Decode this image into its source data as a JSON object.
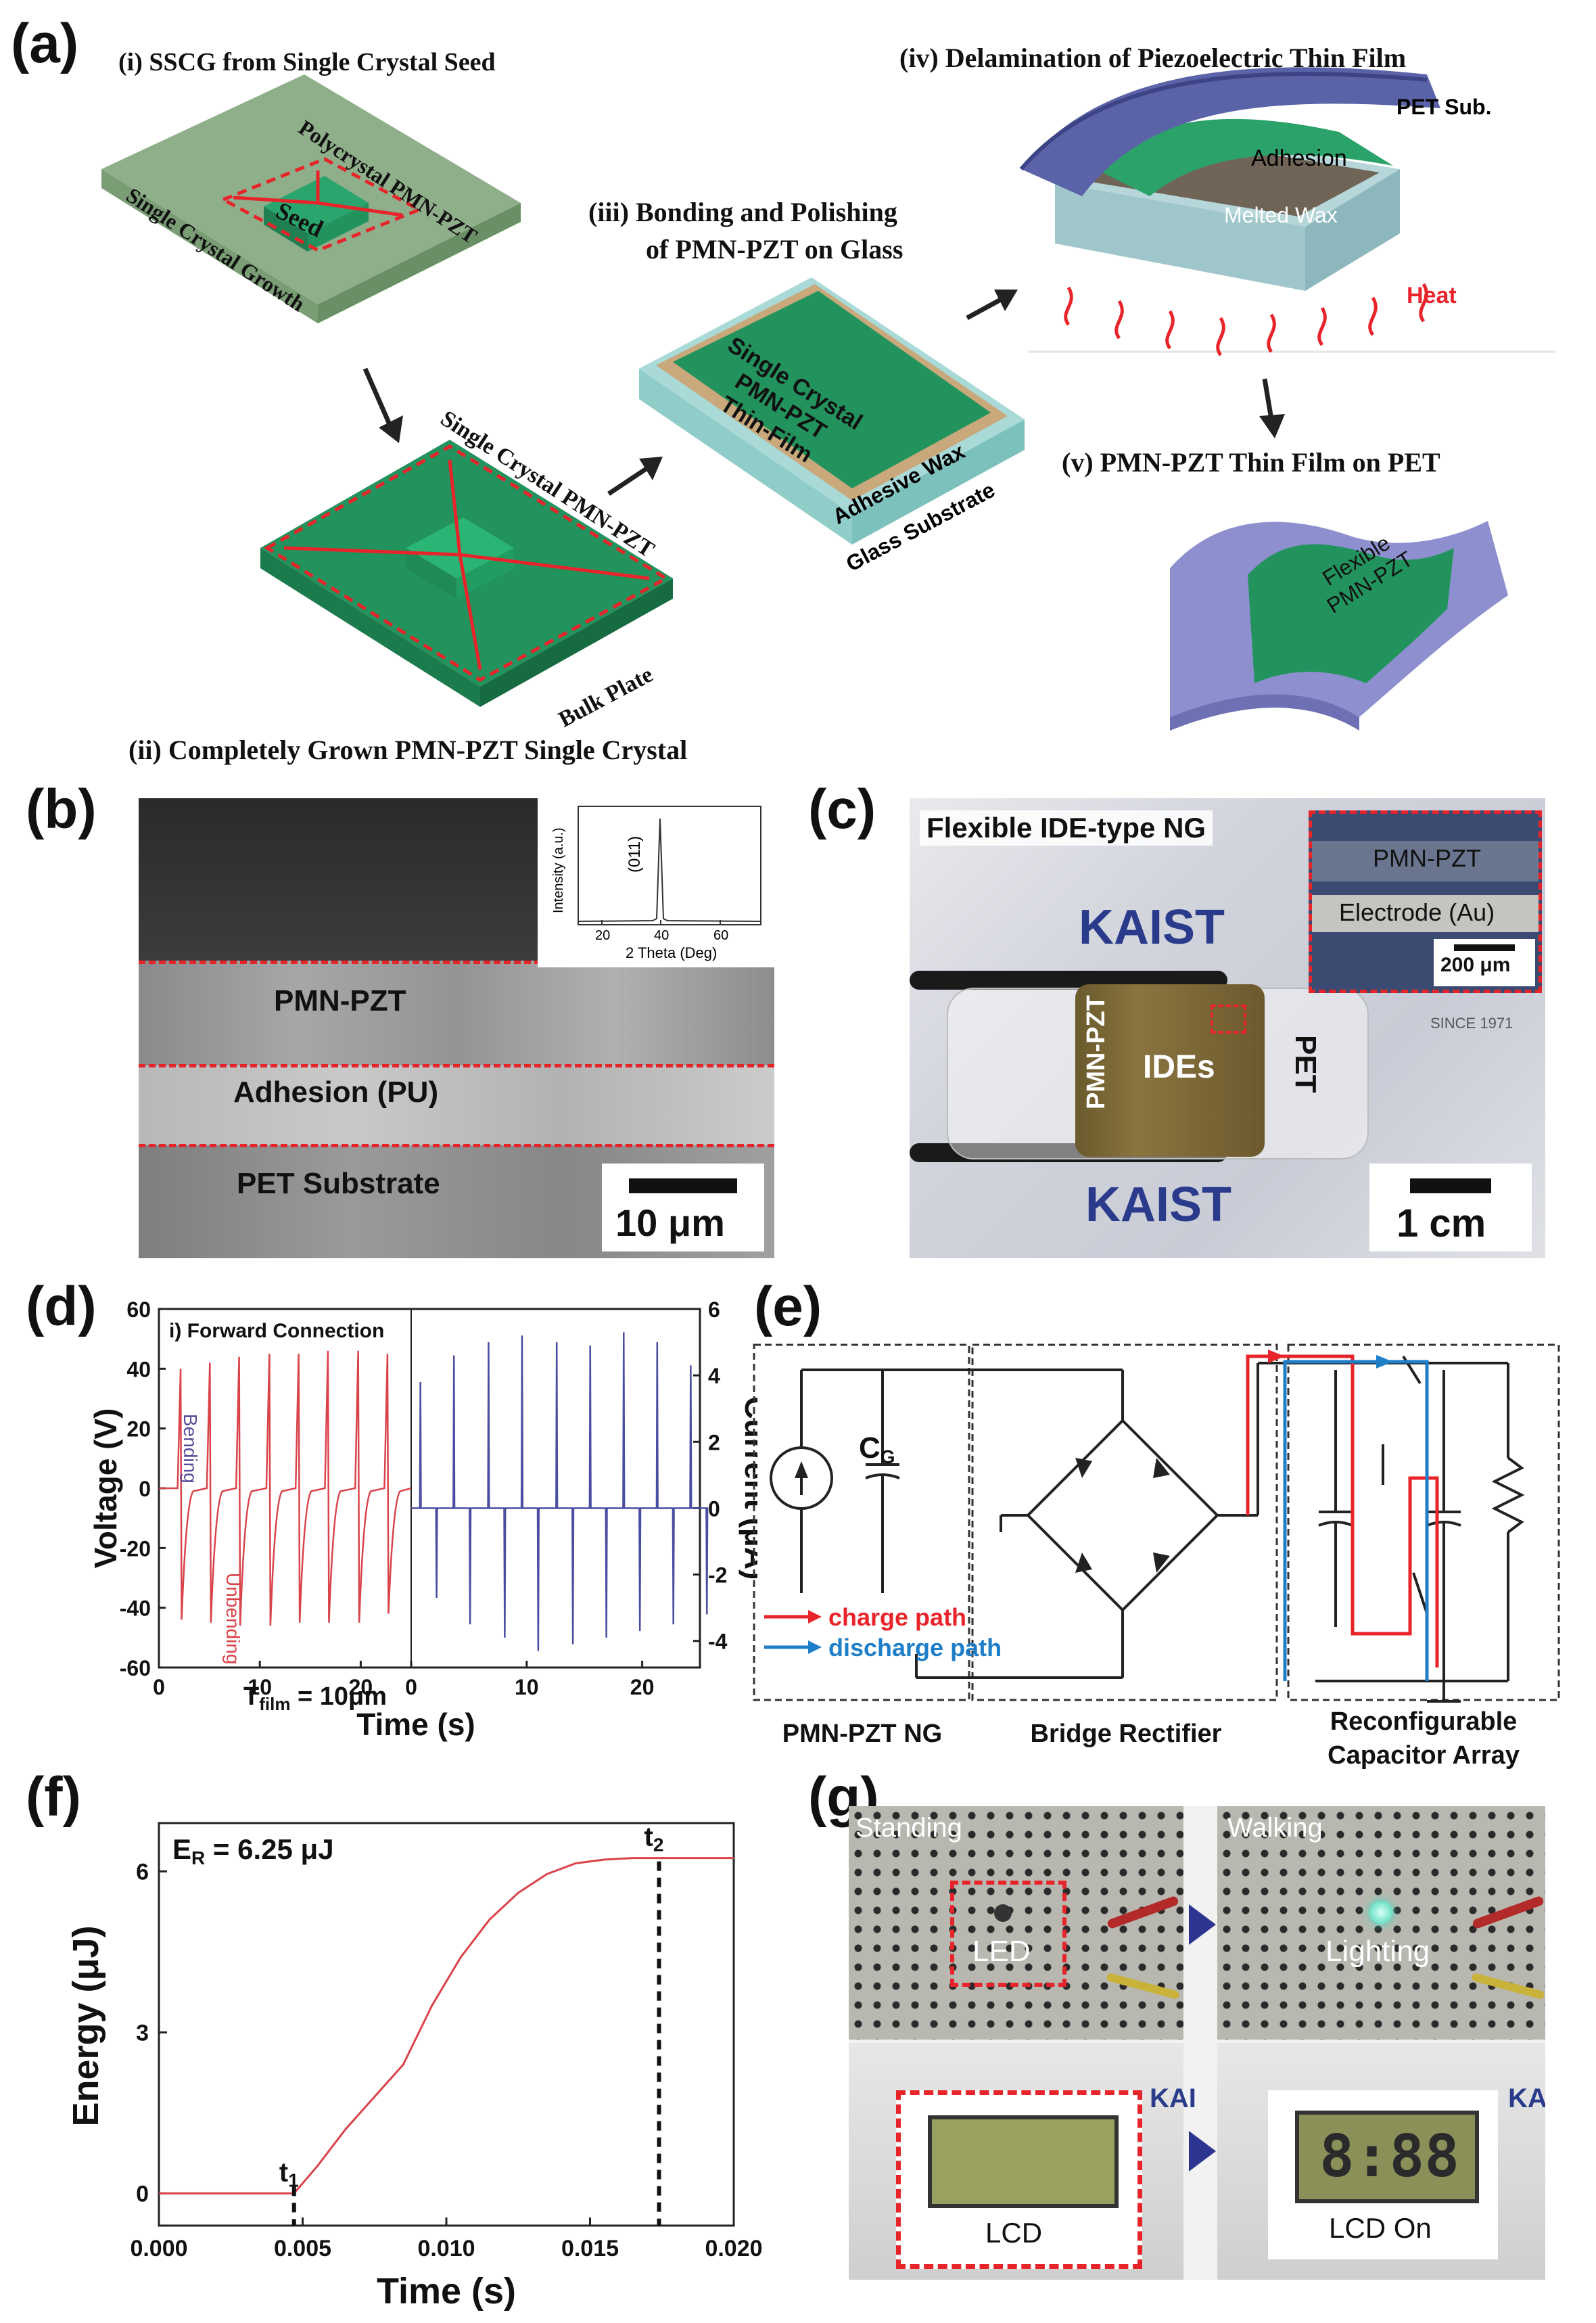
{
  "panel_a": {
    "label": "(a)",
    "step1": "(i) SSCG from Single Crystal Seed",
    "step1_poly": "Polycrystal PMN-PZT",
    "step1_seed": "Seed",
    "step1_growth": "Single Crystal Growth",
    "step2": "(ii) Completely Grown PMN-PZT Single Crystal",
    "step2_crystal": "Single Crystal PMN-PZT",
    "step2_bulk": "Bulk Plate",
    "step3_line1": "(iii) Bonding and Polishing",
    "step3_line2": "of PMN-PZT on Glass",
    "step3_film_l1": "Single Crystal",
    "step3_film_l2": "PMN-PZT",
    "step3_film_l3": "Thin-Film",
    "step3_wax": "Adhesive Wax",
    "step3_glass": "Glass Substrate",
    "step4": "(iv) Delamination of Piezoelectric Thin Film",
    "step4_pet": "PET Sub.",
    "step4_adhesion": "Adhesion",
    "step4_wax": "Melted Wax",
    "step4_heat": "Heat",
    "step5": "(v) PMN-PZT Thin Film on PET",
    "step5_flex_l1": "Flexible",
    "step5_flex_l2": "PMN-PZT"
  },
  "panel_b": {
    "label": "(b)",
    "layer1": "PMN-PZT",
    "layer2": "Adhesion (PU)",
    "layer3": "PET Substrate",
    "scale": "10 μm",
    "inset_peak": "(011)",
    "inset_ylabel": "Intensity (a.u.)",
    "inset_xlabel": "2 Theta (Deg)",
    "inset_ticks": [
      "20",
      "40",
      "60"
    ]
  },
  "panel_c": {
    "label": "(c)",
    "title": "Flexible IDE-type NG",
    "inset_top": "PMN-PZT",
    "inset_bottom": "Electrode (Au)",
    "inset_scale": "200 μm",
    "pmn": "PMN-PZT",
    "ides": "IDEs",
    "pet": "PET",
    "scale": "1 cm",
    "kaist": "KAIST",
    "since": "SINCE 1971"
  },
  "panel_d": {
    "label": "(d)",
    "inset": "i) Forward Connection",
    "bending": "Bending",
    "unbending": "Unbending",
    "tfilm": "T",
    "tfilm_sub": "film",
    "tfilm_val": " = 10μm"
  },
  "panel_e": {
    "label": "(e)",
    "cg": "C",
    "cg_sub": "G",
    "charge": "charge path",
    "discharge": "discharge path",
    "box1": "PMN-PZT NG",
    "box2": "Bridge Rectifier",
    "box3_l1": "Reconfigurable",
    "box3_l2": "Capacitor Array",
    "colors": {
      "charge": "#e8242b",
      "discharge": "#1e7ec8"
    }
  },
  "panel_f": {
    "label": "(f)",
    "er": "E",
    "er_sub": "R",
    "er_val": " = 6.25 μJ",
    "t1": "t",
    "t1_sub": "1",
    "t2": "t",
    "t2_sub": "2"
  },
  "panel_g": {
    "label": "(g)",
    "standing": "Standing",
    "walking": "Walking",
    "led": "LED",
    "lighting": "Lighting",
    "lcd": "LCD",
    "lcd_on": "LCD On",
    "lcd_digits": "8:88",
    "kaist_partial": "KAI"
  },
  "chart_data": [
    {
      "type": "line",
      "id": "panel-d-voltage",
      "xlabel": "Time (s)",
      "ylabel": "Voltage (V)",
      "xlim": [
        0,
        25
      ],
      "ylim": [
        -60,
        60
      ],
      "xticks": [
        0,
        10,
        20
      ],
      "yticks": [
        -60,
        -40,
        -20,
        0,
        20,
        40,
        60
      ],
      "series": [
        {
          "color": "#d9434a",
          "peaks": [
            {
              "t": 2.2,
              "pos": 40,
              "neg": -44
            },
            {
              "t": 5.1,
              "pos": 42,
              "neg": -45
            },
            {
              "t": 8.0,
              "pos": 44,
              "neg": -46
            },
            {
              "t": 11.0,
              "pos": 45,
              "neg": -46
            },
            {
              "t": 13.9,
              "pos": 45,
              "neg": -45
            },
            {
              "t": 16.8,
              "pos": 46,
              "neg": -45
            },
            {
              "t": 19.8,
              "pos": 46,
              "neg": -45
            },
            {
              "t": 22.7,
              "pos": 45,
              "neg": -42
            }
          ]
        }
      ]
    },
    {
      "type": "line",
      "id": "panel-d-current",
      "xlabel": "",
      "ylabel": "Current (μA)",
      "xlim": [
        0,
        25
      ],
      "ylim": [
        -4.8,
        6
      ],
      "xticks": [
        0,
        10,
        20
      ],
      "yticks": [
        -4,
        -2,
        0,
        2,
        4,
        6
      ],
      "series": [
        {
          "color": "#4a4ea0",
          "peaks": [
            {
              "t": 0.8,
              "pos": 3.8,
              "neg": -2.7
            },
            {
              "t": 3.7,
              "pos": 4.6,
              "neg": -3.5
            },
            {
              "t": 6.7,
              "pos": 5.0,
              "neg": -3.9
            },
            {
              "t": 9.6,
              "pos": 5.2,
              "neg": -4.3
            },
            {
              "t": 12.6,
              "pos": 5.0,
              "neg": -4.1
            },
            {
              "t": 15.5,
              "pos": 4.9,
              "neg": -3.9
            },
            {
              "t": 18.4,
              "pos": 5.3,
              "neg": -3.7
            },
            {
              "t": 21.3,
              "pos": 5.0,
              "neg": -3.5
            },
            {
              "t": 24.2,
              "pos": 4.3,
              "neg": -3.2
            }
          ]
        }
      ]
    },
    {
      "type": "line",
      "id": "panel-f-energy",
      "xlabel": "Time (s)",
      "ylabel": "Energy (μJ)",
      "xlim": [
        0,
        0.02
      ],
      "ylim": [
        -0.6,
        6.9
      ],
      "xticks": [
        "0.000",
        "0.005",
        "0.010",
        "0.015",
        "0.020"
      ],
      "yticks": [
        "0",
        "3",
        "6"
      ],
      "markers": {
        "t1": 0.0047,
        "t2": 0.0174
      },
      "series": [
        {
          "color": "#d9434a",
          "x": [
            0,
            0.0047,
            0.0055,
            0.0065,
            0.0075,
            0.0085,
            0.0095,
            0.0105,
            0.0115,
            0.0125,
            0.0135,
            0.0145,
            0.0155,
            0.0165,
            0.0174,
            0.02
          ],
          "y": [
            0,
            0,
            0.5,
            1.2,
            1.8,
            2.4,
            3.5,
            4.4,
            5.1,
            5.6,
            5.95,
            6.15,
            6.22,
            6.25,
            6.25,
            6.25
          ]
        }
      ]
    }
  ]
}
